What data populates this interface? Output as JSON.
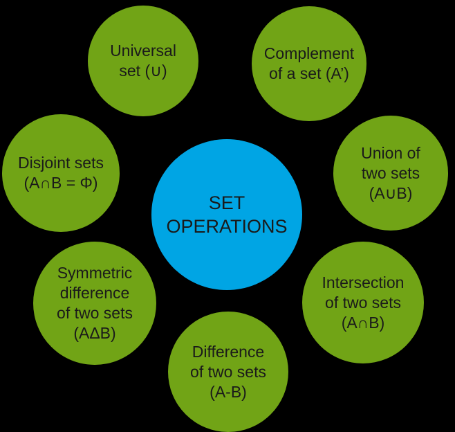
{
  "title": "SET OPERATIONS",
  "colors": {
    "background": "#000000",
    "node-fill": "#71A416",
    "center-fill": "#00A5E4",
    "text": "#1A1A1A"
  },
  "center": {
    "lines": [
      "SET",
      "OPERATIONS"
    ]
  },
  "nodes": {
    "universal": {
      "lines": [
        "Universal",
        "set (∪)"
      ]
    },
    "complement": {
      "lines": [
        "Complement",
        "of a set (A’)"
      ]
    },
    "union": {
      "lines": [
        "Union of",
        "two sets",
        "(A∪B)"
      ]
    },
    "intersection": {
      "lines": [
        "Intersection",
        "of two sets",
        "(A∩B)"
      ]
    },
    "difference": {
      "lines": [
        "Difference",
        "of two sets",
        "(A-B)"
      ]
    },
    "symmetric": {
      "lines": [
        "Symmetric",
        "difference",
        "of two sets",
        "(AΔB)"
      ]
    },
    "disjoint": {
      "lines": [
        "Disjoint sets",
        "(A∩B = Φ)"
      ]
    }
  }
}
